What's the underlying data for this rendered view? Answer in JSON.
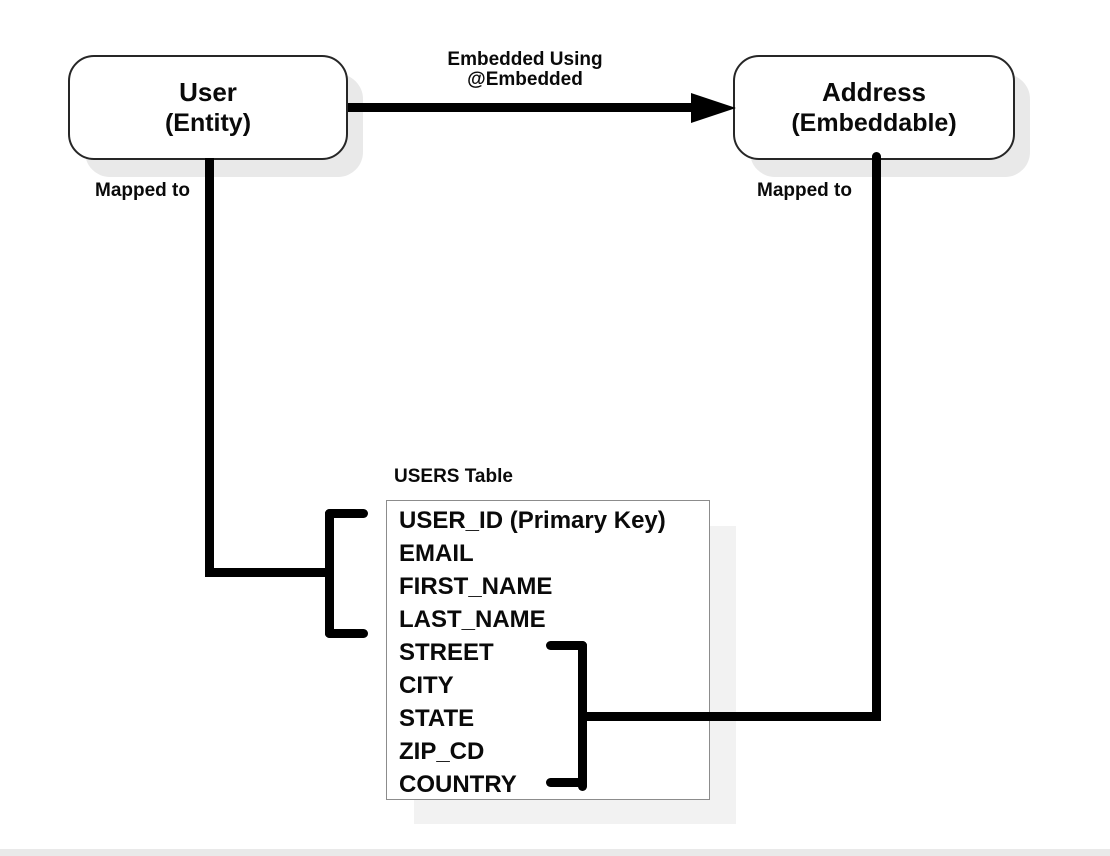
{
  "diagram": {
    "entities": {
      "user": {
        "title": "User",
        "subtitle": "(Entity)"
      },
      "address": {
        "title": "Address",
        "subtitle": "(Embeddable)"
      }
    },
    "arrow": {
      "label_line1": "Embedded Using",
      "label_line2": "@Embedded"
    },
    "mappings": {
      "user_label": "Mapped to",
      "address_label": "Mapped to"
    },
    "table": {
      "title": "USERS Table",
      "fields": [
        "USER_ID (Primary Key)",
        "EMAIL",
        "FIRST_NAME",
        "LAST_NAME",
        "STREET",
        "CITY",
        "STATE",
        "ZIP_CD",
        "COUNTRY"
      ],
      "user_mapped_fields": [
        "USER_ID (Primary Key)",
        "EMAIL",
        "FIRST_NAME",
        "LAST_NAME"
      ],
      "address_mapped_fields": [
        "STREET",
        "CITY",
        "STATE",
        "ZIP_CD",
        "COUNTRY"
      ]
    },
    "colors": {
      "line": "#000000",
      "box_border": "#262626",
      "box_shadow": "#e9e9e9",
      "table_border": "#8c8c8c",
      "table_shadow": "#f2f2f2",
      "bottom_strip": "#e9e9e9",
      "background": "#ffffff",
      "text": "#0a0a0a"
    }
  }
}
